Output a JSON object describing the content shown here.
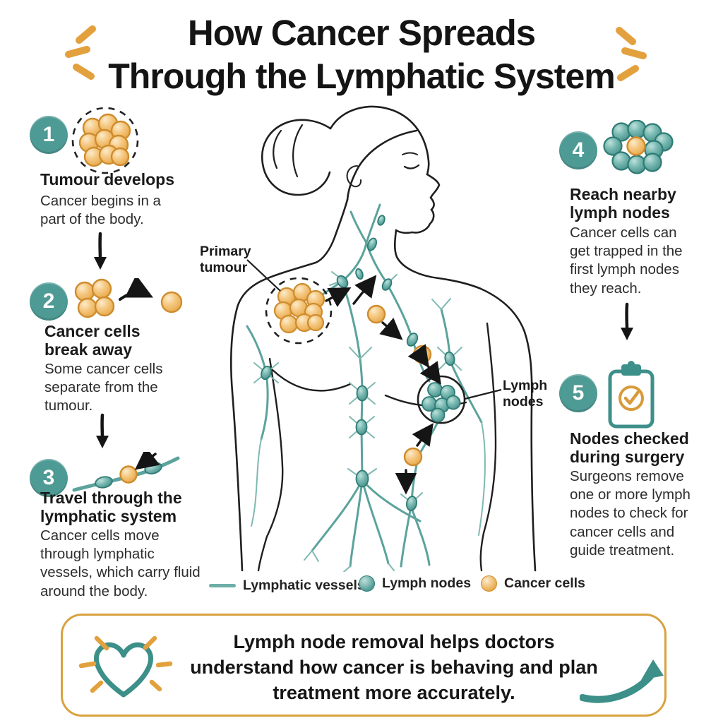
{
  "title": {
    "line1": "How Cancer Spreads",
    "line2": "Through the Lymphatic System"
  },
  "steps": [
    {
      "number": "1",
      "heading": "Tumour develops",
      "body": "Cancer begins in a part of the body."
    },
    {
      "number": "2",
      "heading": "Cancer cells break away",
      "body": "Some cancer cells separate from the tumour."
    },
    {
      "number": "3",
      "heading": "Travel through the lymphatic system",
      "body": "Cancer cells move through lymphatic vessels, which carry fluid around the body."
    },
    {
      "number": "4",
      "heading": "Reach nearby lymph nodes",
      "body": "Cancer cells can get trapped in the first lymph nodes they reach."
    },
    {
      "number": "5",
      "heading": "Nodes checked during surgery",
      "body": "Surgeons remove one or more lymph nodes to check for cancer cells and guide treatment."
    }
  ],
  "labels": {
    "primary_tumour": "Primary tumour",
    "lymph_nodes": "Lymph nodes"
  },
  "legend": [
    {
      "swatch": "teal-line",
      "label": "Lymphatic vessels"
    },
    {
      "swatch": "teal-dot",
      "label": "Lymph nodes"
    },
    {
      "swatch": "orange-dot",
      "label": "Cancer cells"
    }
  ],
  "callout": {
    "text": "Lymph node removal helps doctors understand how cancer is behaving and plan treatment more accurately."
  },
  "colors": {
    "teal": "#4E9A94",
    "teal_dark": "#2F7B75",
    "teal_vessel": "#5BA39C",
    "orange": "#E9A440",
    "orange_light": "#F5C983",
    "ink": "#1A1A1A",
    "gold_border": "#D9A23F"
  }
}
